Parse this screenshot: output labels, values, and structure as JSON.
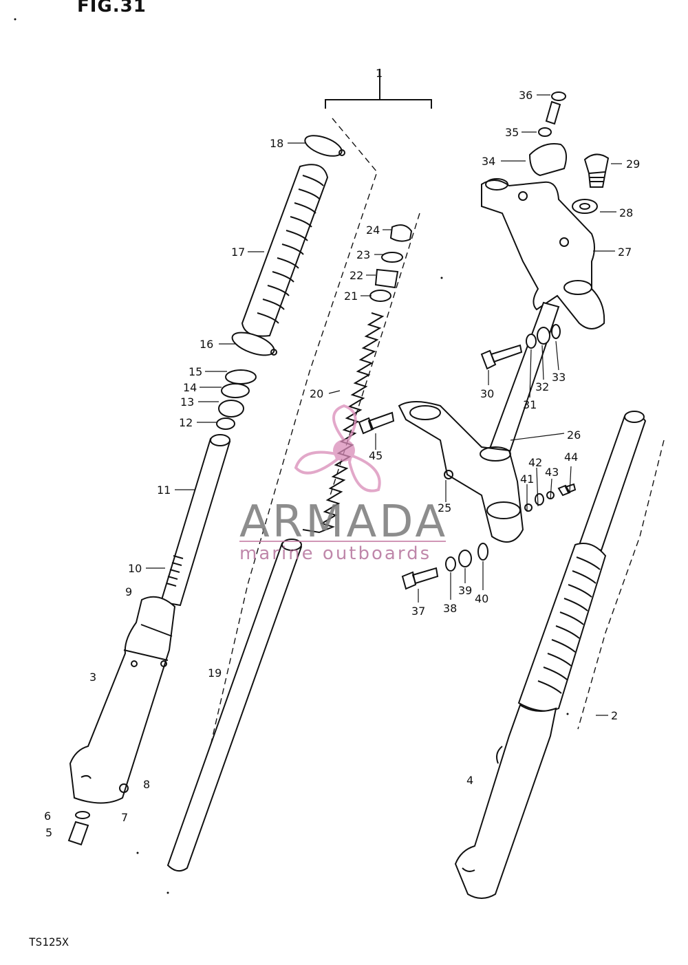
{
  "figure": {
    "title": "FIG.31",
    "model": "TS125X"
  },
  "watermark": {
    "brand": "ARMADA",
    "tagline": "marine outboards",
    "accent_color": "#d98bb8",
    "text_color": "#7a7a7a",
    "logo_icon": "propeller-icon"
  },
  "callouts": {
    "c1": "1",
    "c2": "2",
    "c3": "3",
    "c4": "4",
    "c5": "5",
    "c6": "6",
    "c7": "7",
    "c8": "8",
    "c9": "9",
    "c10": "10",
    "c11": "11",
    "c12": "12",
    "c13": "13",
    "c14": "14",
    "c15": "15",
    "c16": "16",
    "c17": "17",
    "c18": "18",
    "c19": "19",
    "c20": "20",
    "c21": "21",
    "c22": "22",
    "c23": "23",
    "c24": "24",
    "c25": "25",
    "c26": "26",
    "c27": "27",
    "c28": "28",
    "c29": "29",
    "c30": "30",
    "c31": "31",
    "c32": "32",
    "c33": "33",
    "c34": "34",
    "c35": "35",
    "c36": "36",
    "c37": "37",
    "c38": "38",
    "c39": "39",
    "c40": "40",
    "c41": "41",
    "c42": "42",
    "c43": "43",
    "c44": "44",
    "c45": "45"
  }
}
